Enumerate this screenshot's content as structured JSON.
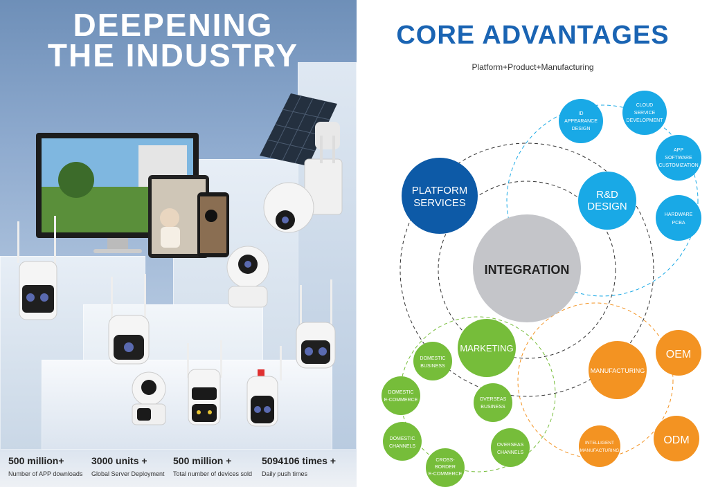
{
  "left": {
    "title_line1": "DEEPENING",
    "title_line2": "THE INDUSTRY",
    "stats": [
      {
        "value": "500 million+",
        "label": "Number of APP downloads"
      },
      {
        "value": "3000 units +",
        "label": "Global Server Deployment"
      },
      {
        "value": "500 million +",
        "label": "Total number of devices sold"
      },
      {
        "value": "5094106 times +",
        "label": "Daily push times"
      }
    ]
  },
  "right": {
    "title": "CORE ADVANTAGES",
    "subtitle": "Platform+Product+Manufacturing",
    "center": "INTEGRATION",
    "main_nodes": {
      "platform": [
        "PLATFORM",
        "SERVICES"
      ],
      "rnd": [
        "R&D",
        "DESIGN"
      ],
      "marketing": [
        "MARKETING"
      ],
      "manufacturing": [
        "MANUFACTURING"
      ]
    },
    "rnd_nodes": {
      "id_design": [
        "ID",
        "APPEARANCE",
        "DESIGN"
      ],
      "cloud": [
        "CLOUD",
        "SERVICE",
        "DEVELOPMENT"
      ],
      "app": [
        "APP",
        "SOFTWARE",
        "CUSTOMIZATION"
      ],
      "hardware": [
        "HARDWARE",
        "PCBA"
      ]
    },
    "marketing_nodes": {
      "domestic_business": [
        "DOMESTIC",
        "BUSINESS"
      ],
      "domestic_ecommerce": [
        "DOMESTIC",
        "E-COMMERCE"
      ],
      "overseas_business": [
        "OVERSEAS",
        "BUSINESS"
      ],
      "domestic_channels": [
        "DOMESTIC",
        "CHANNELS"
      ],
      "overseas_channels": [
        "OVERSEAS",
        "CHANNELS"
      ],
      "crossborder": [
        "CROSS-",
        "BORDER",
        "E-COMMERCE"
      ]
    },
    "mfg_nodes": {
      "oem": [
        "OEM"
      ],
      "odm": [
        "ODM"
      ],
      "intelligent": [
        "INTELLIGENT",
        "MANUFACTURING"
      ]
    }
  },
  "colors": {
    "blue_dark": "#0d5aa7",
    "blue_light": "#19a9e6",
    "green": "#76bd3a",
    "orange": "#f39322",
    "gray": "#c4c5c9"
  }
}
